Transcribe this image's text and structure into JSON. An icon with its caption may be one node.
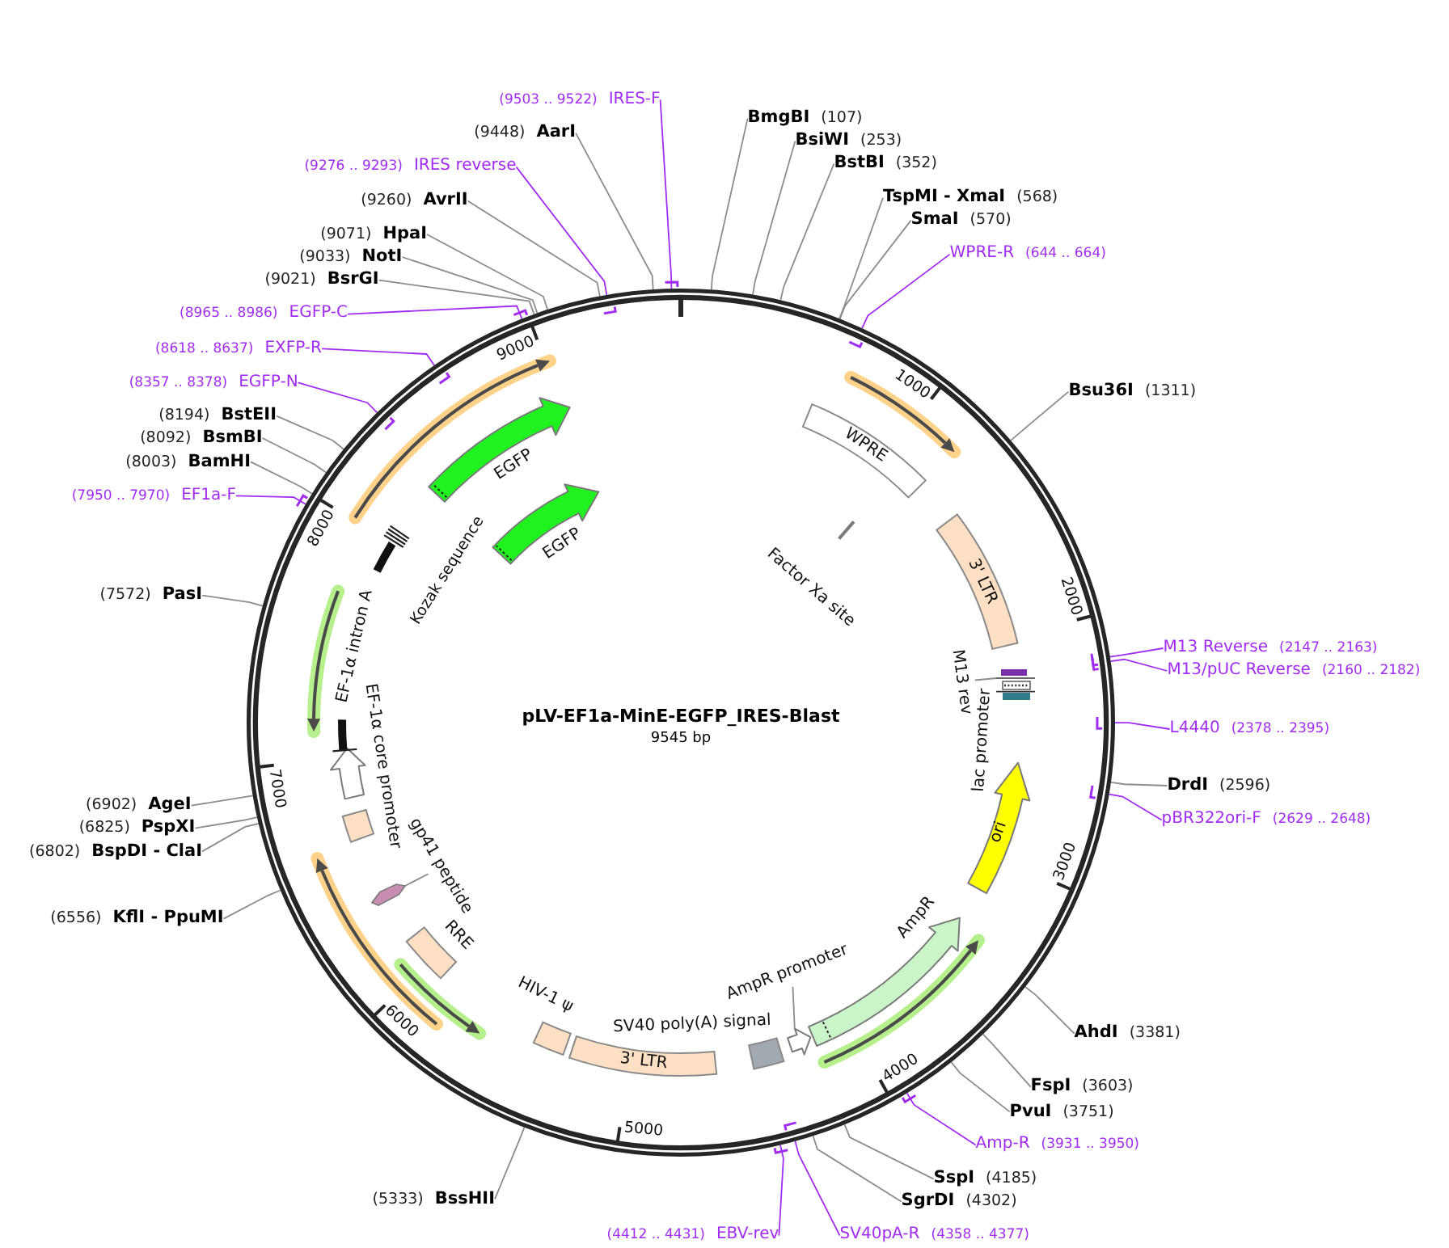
{
  "diagram": {
    "nodes": [
      {
        "text": [
          "pLV-EF1a-MinE-EGFP_IRES-Blast",
          "9545 bp"
        ]
      },
      {
        "text": [
          "WPRE"
        ],
        "in": 0
      },
      {
        "text": [
          "Factor Xa site"
        ],
        "in": 0
      },
      {
        "text": [
          "3' LTR"
        ],
        "in": 0
      },
      {
        "text": [
          "M13 rev"
        ],
        "in": 0
      },
      {
        "text": [],
        "shape": "bar",
        "in": 0
      },
      {
        "text": [
          "ori"
        ],
        "in": 0
      },
      {
        "text": [
          "AmpR"
        ],
        "in": 0
      },
      {
        "text": [
          "AmpR promoter"
        ],
        "in": 0
      },
      {
        "text": [],
        "shape": "arrow",
        "in": 0
      },
      {
        "text": [
          "SV40 poly(A) signal"
        ],
        "in": 0
      },
      {
        "text": [
          "3' LTR"
        ],
        "in": 0
      },
      {
        "text": [
          "HIV-1 ψ"
        ],
        "in": 0
      },
      {
        "text": [
          "RRE"
        ],
        "in": 0
      },
      {
        "text": [
          "gp41 peptide"
        ],
        "in": 0
      },
      {
        "text": [],
        "shape": "arrow",
        "in": 0
      },
      {
        "text": [],
        "shape": "box",
        "in": 0
      },
      {
        "text": [
          "EF-1α core promoter"
        ],
        "in": 0
      },
      {
        "text": [
          "EF-1α intron A"
        ],
        "in": 0
      },
      {
        "text": [
          "Kozak sequence"
        ],
        "in": 0
      },
      {
        "text": [
          "EGFP"
        ],
        "in": 0
      },
      {
        "text": [
          "EGFP"
        ],
        "in": 0
      },
      {
        "text": [
          "BmgBI",
          "(107)"
        ]
      },
      {
        "text": [
          "BsiWI",
          "(253)"
        ]
      },
      {
        "text": [
          "BstBI",
          "(352)"
        ]
      },
      {
        "text": [
          "TspMI - XmaI",
          "(568)"
        ]
      },
      {
        "text": [
          "SmaI",
          "(570)"
        ]
      },
      {
        "text": [
          "WPRE-R",
          "(644 .. 664)"
        ]
      },
      {
        "text": [
          "Bsu36I",
          "(1311)"
        ]
      },
      {
        "text": [
          "M13 Reverse",
          "(2147 .. 2163)"
        ]
      },
      {
        "text": [
          "M13/pUC Reverse",
          "(2160 .. 2182)"
        ]
      },
      {
        "text": [
          "L4440",
          "(2378 .. 2395)"
        ]
      },
      {
        "text": [
          "DrdI",
          "(2596)"
        ]
      },
      {
        "text": [
          "pBR322ori-F",
          "(2629 .. 2648)"
        ]
      },
      {
        "text": [
          "AhdI",
          "(3381)"
        ]
      },
      {
        "text": [
          "FspI",
          "(3603)"
        ]
      },
      {
        "text": [
          "PvuI",
          "(3751)"
        ]
      },
      {
        "text": [
          "Amp-R",
          "(3931 .. 3950)"
        ]
      },
      {
        "text": [
          "SspI",
          "(4185)"
        ]
      },
      {
        "text": [
          "SgrDI",
          "(4302)"
        ]
      },
      {
        "text": [
          "SV40pA-R",
          "(4358 .. 4377)"
        ]
      },
      {
        "text": [
          "(4412 .. 4431)",
          "EBV-rev"
        ]
      },
      {
        "text": [
          "(5333)",
          "BssHII"
        ]
      },
      {
        "text": [
          "(6556)",
          "KflI - PpuMI"
        ]
      },
      {
        "text": [
          "(6802)",
          "BspDI - ClaI"
        ]
      },
      {
        "text": [
          "(6825)",
          "PspXI"
        ]
      },
      {
        "text": [
          "(6902)",
          "AgeI"
        ]
      },
      {
        "text": [
          "(7572)",
          "PasI"
        ]
      },
      {
        "text": [
          "(7950 .. 7970)",
          "EF1a-F"
        ]
      },
      {
        "text": [
          "(8003)",
          "BamHI"
        ]
      },
      {
        "text": [
          "(8092)",
          "BsmBI"
        ]
      },
      {
        "text": [
          "(8194)",
          "BstEII"
        ]
      },
      {
        "text": [
          "(8357 .. 8378)",
          "EGFP-N"
        ]
      },
      {
        "text": [
          "(8618 .. 8637)",
          "EXFP-R"
        ]
      },
      {
        "text": [
          "(8965 .. 8986)",
          "EGFP-C"
        ]
      },
      {
        "text": [
          "(9021)",
          "BsrGI"
        ]
      },
      {
        "text": [
          "(9033)",
          "NotI"
        ]
      },
      {
        "text": [
          "(9071)",
          "HpaI"
        ]
      },
      {
        "text": [
          "(9260)",
          "AvrII"
        ]
      },
      {
        "text": [
          "(9276 .. 9293)",
          "IRES reverse"
        ]
      },
      {
        "text": [
          "(9448)",
          "AarI"
        ]
      },
      {
        "text": [
          "(9503 .. 9522)",
          "IRES-F"
        ]
      }
    ],
    "edges": [
      {
        "from": 22,
        "to": 0,
        "arrow": "none"
      },
      {
        "from": 23,
        "to": 0,
        "arrow": "none"
      },
      {
        "from": 24,
        "to": 0,
        "arrow": "none"
      },
      {
        "from": 25,
        "to": 0,
        "arrow": "none"
      },
      {
        "from": 26,
        "to": 0,
        "arrow": "none"
      },
      {
        "from": 27,
        "to": 0,
        "arrow": "none",
        "color": "#a12cf2"
      },
      {
        "from": 28,
        "to": 0,
        "arrow": "none"
      },
      {
        "from": 29,
        "to": 0,
        "arrow": "none",
        "color": "#a12cf2"
      },
      {
        "from": 30,
        "to": 0,
        "arrow": "none",
        "color": "#a12cf2"
      },
      {
        "from": 31,
        "to": 0,
        "arrow": "none",
        "color": "#a12cf2"
      },
      {
        "from": 32,
        "to": 0,
        "arrow": "none"
      },
      {
        "from": 33,
        "to": 0,
        "arrow": "none",
        "color": "#a12cf2"
      },
      {
        "from": 34,
        "to": 0,
        "arrow": "none"
      },
      {
        "from": 35,
        "to": 0,
        "arrow": "none"
      },
      {
        "from": 36,
        "to": 0,
        "arrow": "none"
      },
      {
        "from": 37,
        "to": 0,
        "arrow": "none",
        "color": "#a12cf2"
      },
      {
        "from": 38,
        "to": 0,
        "arrow": "none"
      },
      {
        "from": 39,
        "to": 0,
        "arrow": "none"
      },
      {
        "from": 40,
        "to": 0,
        "arrow": "none",
        "color": "#a12cf2"
      },
      {
        "from": 41,
        "to": 0,
        "arrow": "none",
        "color": "#a12cf2"
      },
      {
        "from": 42,
        "to": 0,
        "arrow": "none"
      },
      {
        "from": 43,
        "to": 0,
        "arrow": "none"
      },
      {
        "from": 44,
        "to": 0,
        "arrow": "none"
      },
      {
        "from": 45,
        "to": 0,
        "arrow": "none"
      },
      {
        "from": 46,
        "to": 0,
        "arrow": "none"
      },
      {
        "from": 47,
        "to": 0,
        "arrow": "none"
      },
      {
        "from": 48,
        "to": 0,
        "arrow": "none",
        "color": "#a12cf2"
      },
      {
        "from": 49,
        "to": 0,
        "arrow": "none"
      },
      {
        "from": 50,
        "to": 0,
        "arrow": "none"
      },
      {
        "from": 51,
        "to": 0,
        "arrow": "none"
      },
      {
        "from": 52,
        "to": 0,
        "arrow": "none",
        "color": "#a12cf2"
      },
      {
        "from": 53,
        "to": 0,
        "arrow": "none",
        "color": "#a12cf2"
      },
      {
        "from": 54,
        "to": 0,
        "arrow": "none",
        "color": "#a12cf2"
      },
      {
        "from": 55,
        "to": 0,
        "arrow": "none"
      },
      {
        "from": 56,
        "to": 0,
        "arrow": "none"
      },
      {
        "from": 57,
        "to": 0,
        "arrow": "none"
      },
      {
        "from": 58,
        "to": 0,
        "arrow": "none"
      },
      {
        "from": 59,
        "to": 0,
        "arrow": "none",
        "color": "#a12cf2"
      },
      {
        "from": 60,
        "to": 0,
        "arrow": "none"
      },
      {
        "from": 61,
        "to": 0,
        "arrow": "none",
        "color": "#a12cf2"
      },
      {
        "from": 4,
        "to": 5,
        "arrow": "none"
      },
      {
        "from": 8,
        "to": 9,
        "arrow": "none"
      },
      {
        "from": 14,
        "to": 15,
        "arrow": "none"
      }
    ],
    "labels": [
      "1000",
      "2000",
      "3000",
      "4000",
      "5000",
      "6000",
      "7000",
      "8000",
      "9000",
      "lac promoter"
    ]
  }
}
